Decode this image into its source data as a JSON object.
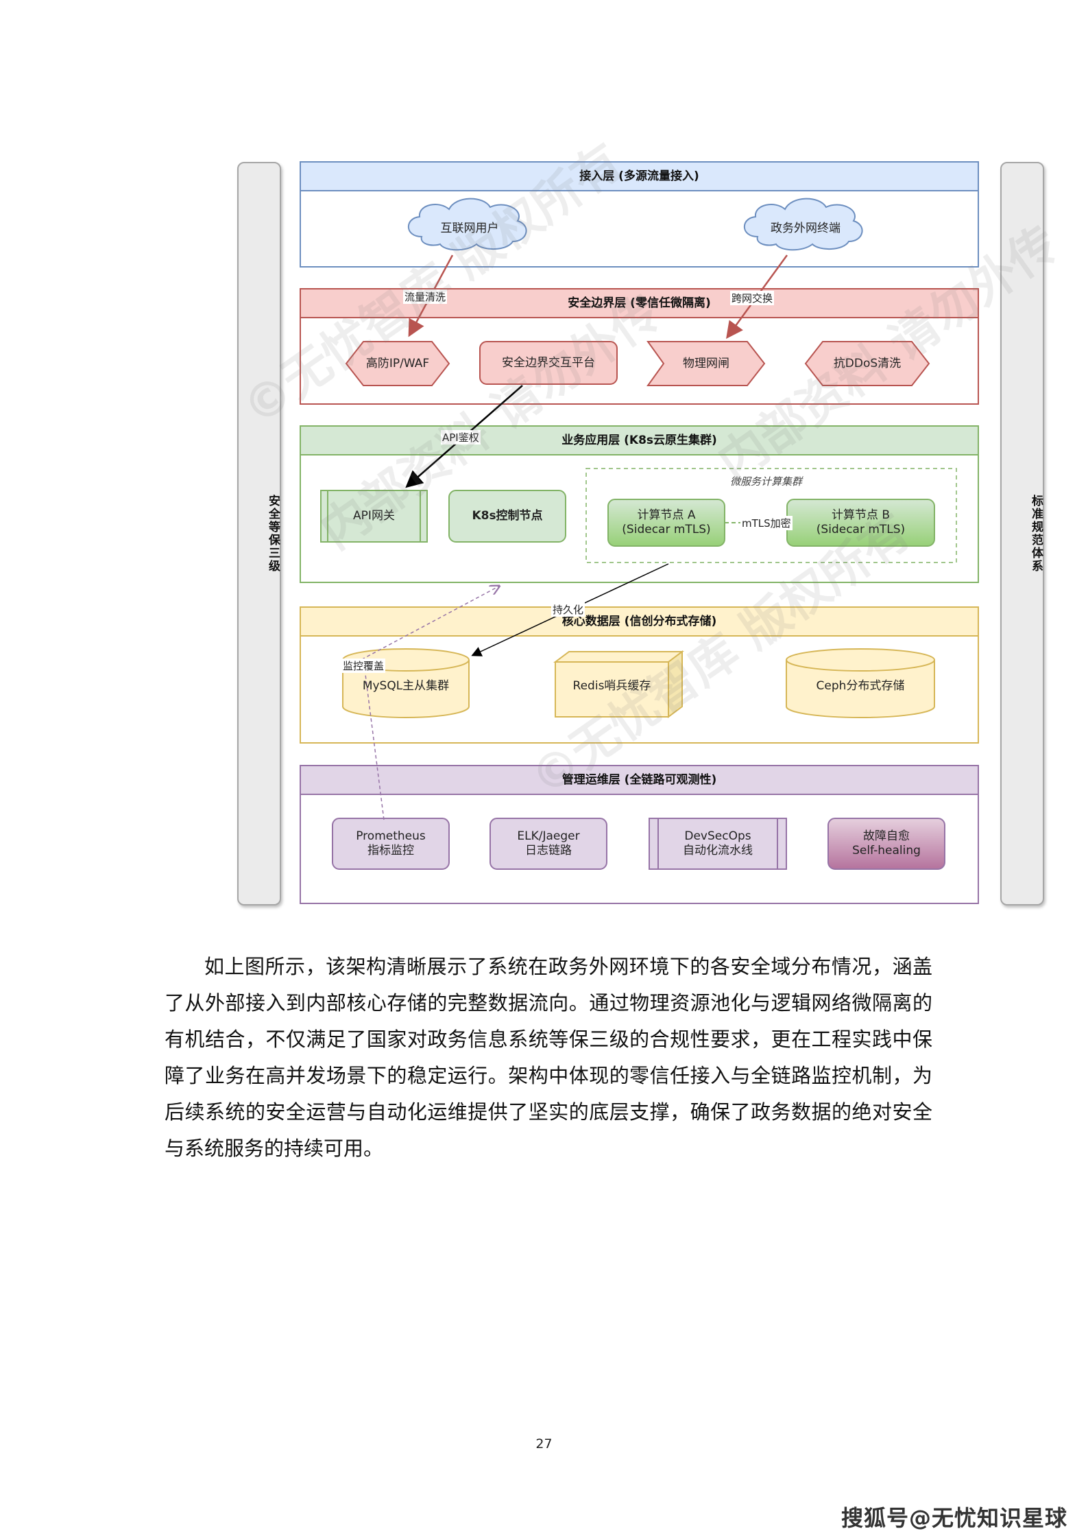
{
  "diagram": {
    "left_bar": "安全等保三级",
    "right_bar": "标准规范体系",
    "layers": {
      "access": {
        "title": "接入层 (多源流量接入)",
        "nodes": [
          "互联网用户",
          "政务外网终端"
        ]
      },
      "security": {
        "title": "安全边界层 (零信任微隔离)",
        "nodes": [
          "高防IP/WAF",
          "安全边界交互平台",
          "物理网闸",
          "抗DDoS清洗"
        ]
      },
      "app": {
        "title": "业务应用层 (K8s云原生集群)",
        "nodes": [
          "API网关",
          "K8s控制节点"
        ],
        "cluster_label": "微服务计算集群",
        "compute_a": [
          "计算节点 A",
          "(Sidecar mTLS)"
        ],
        "compute_b": [
          "计算节点 B",
          "(Sidecar mTLS)"
        ],
        "mtls_label": "mTLS加密"
      },
      "data": {
        "title": "核心数据层 (信创分布式存储)",
        "nodes": [
          "MySQL主从集群",
          "Redis哨兵缓存",
          "Ceph分布式存储"
        ]
      },
      "ops": {
        "title": "管理运维层 (全链路可观测性)",
        "prometheus": [
          "Prometheus",
          "指标监控"
        ],
        "elk": [
          "ELK/Jaeger",
          "日志链路"
        ],
        "devsecops": [
          "DevSecOps",
          "自动化流水线"
        ],
        "selfheal": [
          "故障自愈",
          "Self-healing"
        ]
      }
    },
    "edge_labels": {
      "flow_clean": "流量清洗",
      "cross_net": "跨网交换",
      "api_auth": "API鉴权",
      "persist": "持久化",
      "monitor": "监控覆盖"
    },
    "colors": {
      "access": "#dae8fc",
      "security": "#f8cecc",
      "app": "#d5e8d4",
      "data": "#fff2cc",
      "ops": "#e1d5e7"
    }
  },
  "paragraph": "如上图所示，该架构清晰展示了系统在政务外网环境下的各安全域分布情况，涵盖了从外部接入到内部核心存储的完整数据流向。通过物理资源池化与逻辑网络微隔离的有机结合，不仅满足了国家对政务信息系统等保三级的合规性要求，更在工程实践中保障了业务在高并发场景下的稳定运行。架构中体现的零信任接入与全链路监控机制，为后续系统的安全运营与自动化运维提供了坚实的底层支撑，确保了政务数据的绝对安全与系统服务的持续可用。",
  "page_number": "27",
  "source_mark": "搜狐号@无忧知识星球",
  "watermarks": [
    "内部资料 请勿外传",
    "©无忧智库 版权所有"
  ]
}
